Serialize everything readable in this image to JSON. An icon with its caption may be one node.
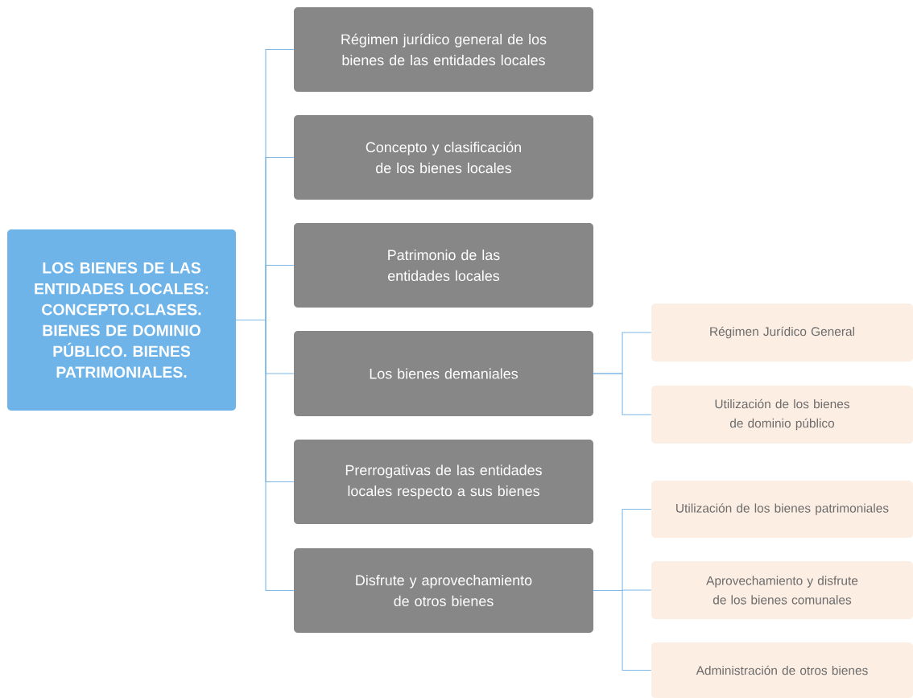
{
  "diagram": {
    "nodes": [
      {
        "text": [
          "LOS BIENES DE LAS ENTIDADES LOCALES: CONCEPTO.CLASES. BIENES DE DOMINIO PÚBLICO. BIENES PATRIMONIALES."
        ]
      },
      {
        "text": [
          "Régimen jurídico general de los bienes de las entidades locales"
        ]
      },
      {
        "text": [
          "Concepto y clasificación de los bienes locales"
        ]
      },
      {
        "text": [
          "Patrimonio de las entidades locales"
        ]
      },
      {
        "text": [
          "Los bienes demaniales"
        ]
      },
      {
        "text": [
          "Prerrogativas de las entidades locales respecto a sus bienes"
        ]
      },
      {
        "text": [
          "Disfrute y aprovechamiento de otros bienes"
        ]
      },
      {
        "text": [
          "Régimen Jurídico General"
        ]
      },
      {
        "text": [
          "Utilización de los bienes de dominio público"
        ]
      },
      {
        "text": [
          "Utilización de los bienes patrimoniales"
        ]
      },
      {
        "text": [
          "Aprovechamiento y disfrute de los bienes comunales"
        ]
      },
      {
        "text": [
          "Administración de otros bienes"
        ]
      }
    ],
    "edges": [
      {
        "from": 0,
        "to": 1,
        "arrow": "none"
      },
      {
        "from": 0,
        "to": 2,
        "arrow": "none"
      },
      {
        "from": 0,
        "to": 3,
        "arrow": "none"
      },
      {
        "from": 0,
        "to": 4,
        "arrow": "none"
      },
      {
        "from": 0,
        "to": 5,
        "arrow": "none"
      },
      {
        "from": 0,
        "to": 6,
        "arrow": "none"
      },
      {
        "from": 4,
        "to": 7,
        "arrow": "none"
      },
      {
        "from": 4,
        "to": 8,
        "arrow": "none"
      },
      {
        "from": 6,
        "to": 9,
        "arrow": "none"
      },
      {
        "from": 6,
        "to": 10,
        "arrow": "none"
      },
      {
        "from": 6,
        "to": 11,
        "arrow": "none"
      }
    ]
  }
}
